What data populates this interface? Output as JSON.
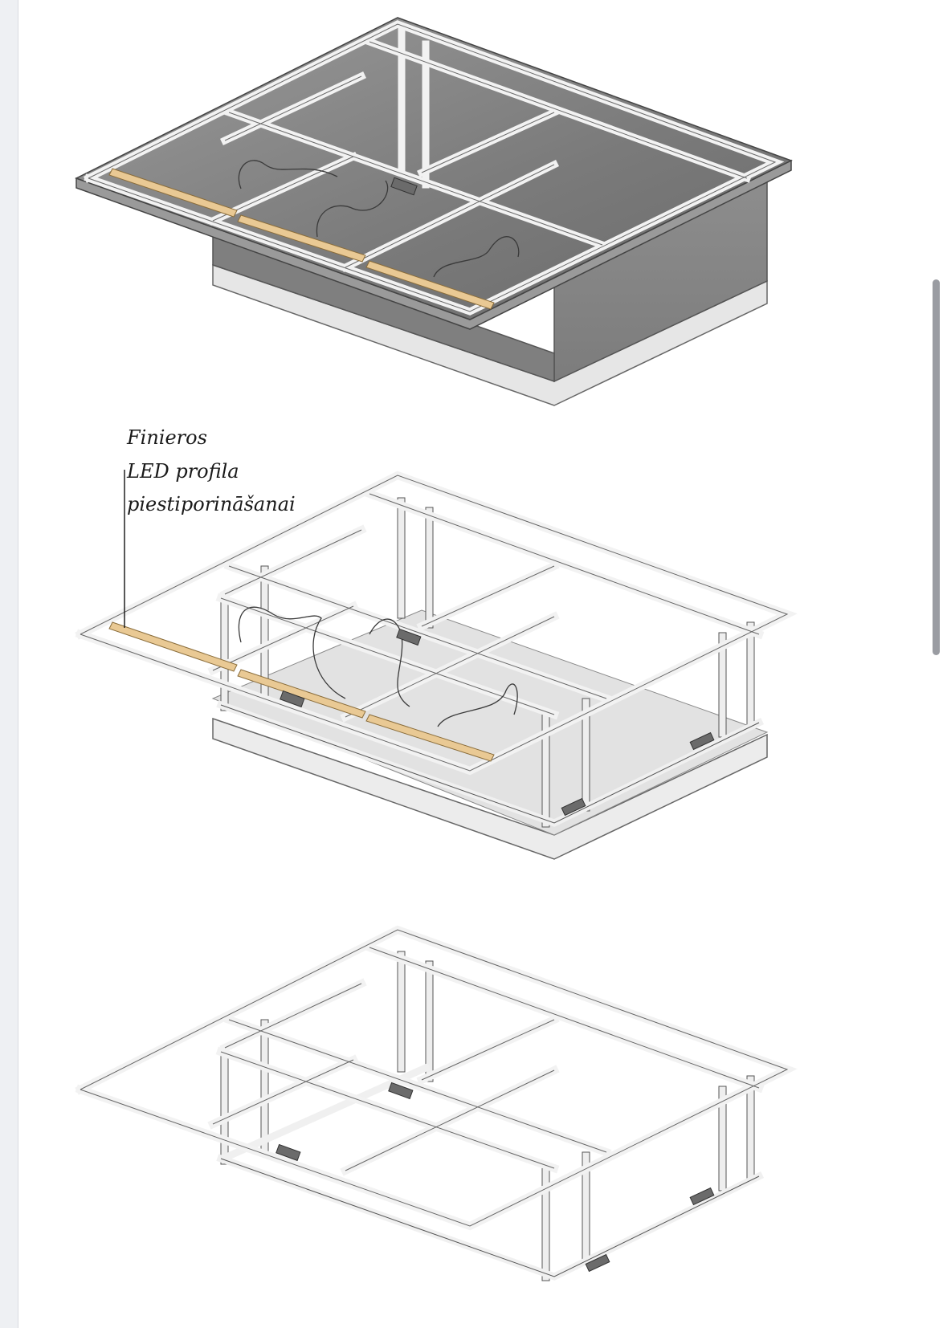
{
  "annotation": {
    "line1": "Finieros",
    "line2": "LED profila",
    "line3": "piestiporināšanai"
  },
  "colors": {
    "frame_fill": "#ececec",
    "frame_stroke": "#555555",
    "panel_dark": "#8a8a8a",
    "panel_light": "#e2e2e2",
    "plywood": "#e9c994",
    "page_bg": "#ffffff"
  }
}
